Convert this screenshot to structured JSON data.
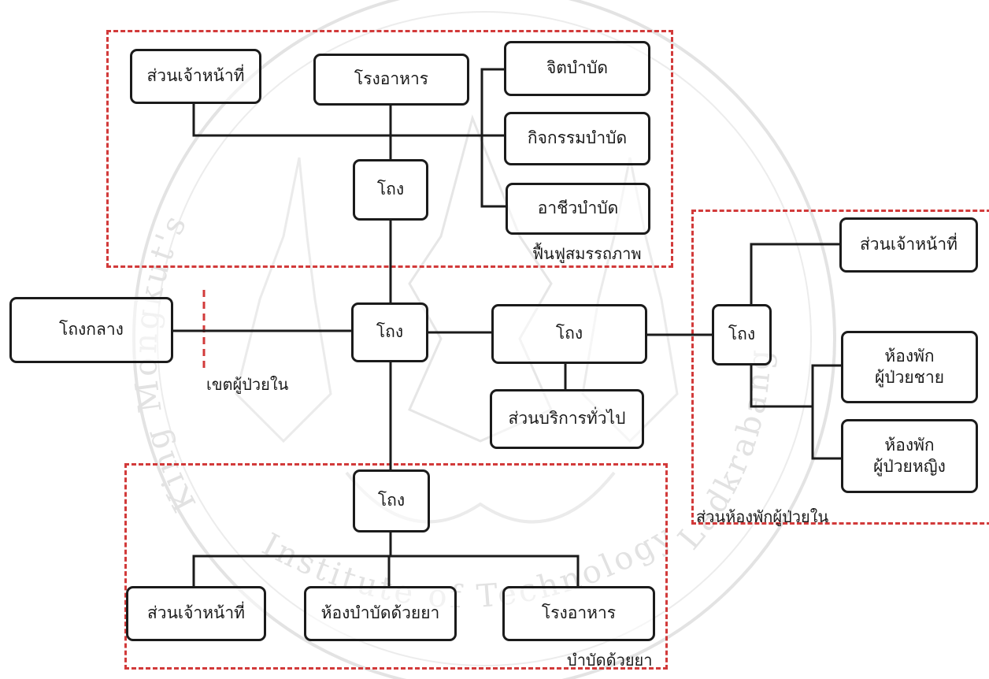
{
  "watermark": {
    "text_left": "King Mongkut's",
    "text_bottom": "Institute of Technology",
    "text_right": "Ladkrabang"
  },
  "zones": {
    "rehab": "ฟื้นฟูสมรรถภาพ",
    "inpatient_area": "เขตผู้ป่วยใน",
    "ward": "ส่วนห้องพักผู้ป่วยใน",
    "drug": "บำบัดด้วยยา"
  },
  "boxes": {
    "rehab_staff": "ส่วนเจ้าหน้าที่",
    "rehab_canteen": "โรงอาหาร",
    "psychotherapy": "จิตบำบัด",
    "activity_therapy": "กิจกรรมบำบัด",
    "occupational_therapy": "อาชีวบำบัด",
    "rehab_hall": "โถง",
    "central_hall": "โถงกลาง",
    "main_hall": "โถง",
    "service_hall": "โถง",
    "general_service": "ส่วนบริการทั่วไป",
    "ward_hall": "โถง",
    "ward_staff": "ส่วนเจ้าหน้าที่",
    "male_room_1": "ห้องพัก",
    "male_room_2": "ผู้ป่วยชาย",
    "female_room_1": "ห้องพัก",
    "female_room_2": "ผู้ป่วยหญิง",
    "drug_hall": "โถง",
    "drug_staff": "ส่วนเจ้าหน้าที่",
    "drug_therapy_room": "ห้องบำบัดด้วยยา",
    "drug_canteen": "โรงอาหาร"
  }
}
